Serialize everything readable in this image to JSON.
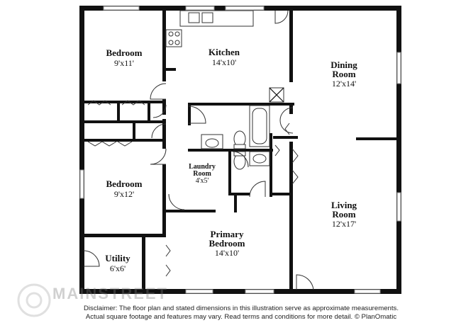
{
  "rooms": [
    {
      "id": "bedroom-top",
      "name": "Bedroom",
      "dims": "9'x11'"
    },
    {
      "id": "kitchen",
      "name": "Kitchen",
      "dims": "14'x10'"
    },
    {
      "id": "dining",
      "name1": "Dining",
      "name2": "Room",
      "dims": "12'x14'"
    },
    {
      "id": "laundry",
      "name1": "Laundry",
      "name2": "Room",
      "dims": "4'x5'"
    },
    {
      "id": "bedroom-mid",
      "name": "Bedroom",
      "dims": "9'x12'"
    },
    {
      "id": "living",
      "name1": "Living",
      "name2": "Room",
      "dims": "12'x17'"
    },
    {
      "id": "primary",
      "name1": "Primary",
      "name2": "Bedroom",
      "dims": "14'x10'"
    },
    {
      "id": "utility",
      "name": "Utility",
      "dims": "6'x6'"
    }
  ],
  "disclaimer": {
    "line1": "Disclaimer: The floor plan and stated dimensions in this illustration serve as approximate measurements.",
    "line2": "Actual square footage and features may vary. Read terms and conditions for more detail. © PlanOmatic"
  },
  "watermark": {
    "text": "MAINSTREET"
  },
  "colors": {
    "wall": "#111111",
    "background": "#ffffff"
  }
}
